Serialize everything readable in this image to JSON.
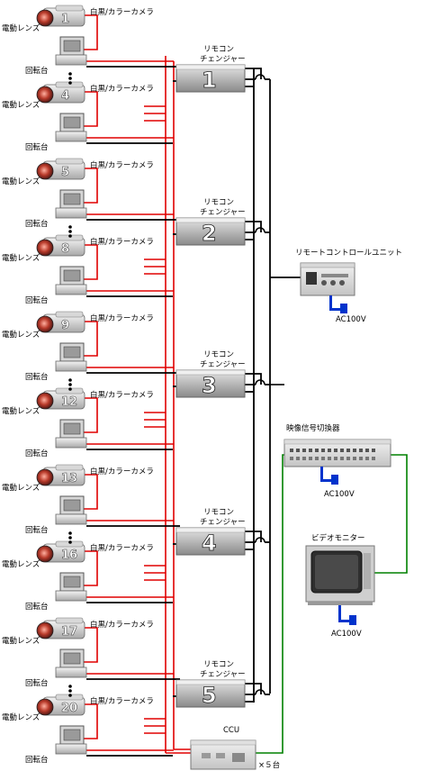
{
  "labels": {
    "camera": "白黒/カラーカメラ",
    "lens": "電動レンズ",
    "pantilt": "回転台",
    "changer_line1": "リモコン",
    "changer_line2": "チェンジャー",
    "remote_unit": "リモートコントロールユニット",
    "switcher": "映像信号切換器",
    "monitor": "ビデオモニター",
    "ccu": "CCU",
    "times5": "×５台",
    "ac": "AC100V"
  },
  "camera_numbers": [
    "1",
    "4",
    "5",
    "8",
    "9",
    "12",
    "13",
    "16",
    "17",
    "20"
  ],
  "changer_numbers": [
    "1",
    "2",
    "3",
    "4",
    "5"
  ],
  "colors": {
    "control_line": "#e00000",
    "signal_line": "#000000",
    "video_line": "#008000",
    "power_plug": "#0033cc"
  }
}
